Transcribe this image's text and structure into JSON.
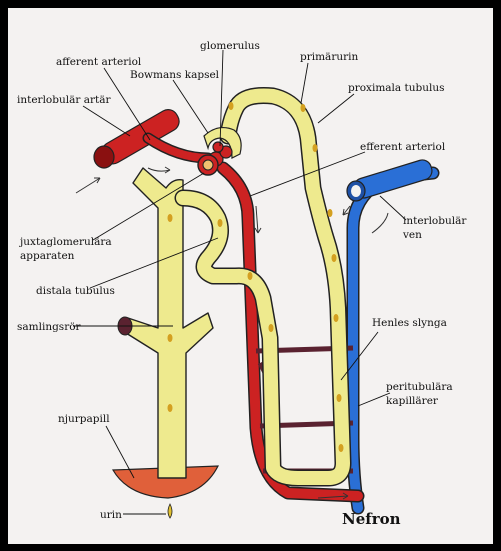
{
  "diagram": {
    "title": "Nefron",
    "labels": {
      "afferent_arteriol": "afferent arteriol",
      "glomerulus": "glomerulus",
      "primarurin": "primärurin",
      "bowmans_kapsel": "Bowmans kapsel",
      "proximala_tubulus": "proximala tubulus",
      "interlobular_artar": "interlobulär artär",
      "efferent_arteriol": "efferent arteriol",
      "interlobular_ven_line1": "interlobulär",
      "interlobular_ven_line2": "ven",
      "juxta_line1": "juxtaglomerulära",
      "juxta_line2": "apparaten",
      "distala_tubulus": "distala tubulus",
      "samlingsror": "samlingsrör",
      "henles_slynga": "Henles slynga",
      "peritubulara_line1": "peritubulära",
      "peritubulara_line2": "kapillärer",
      "njurpapill": "njurpapill",
      "urin": "urin"
    },
    "colors": {
      "background": "#f4f2f1",
      "frame": "#000000",
      "artery": "#cc2222",
      "vein": "#2a6fd6",
      "tubule": "#eeea8e",
      "tubule_outline": "#222222",
      "connector": "#5a2230",
      "papilla": "#e0603a",
      "drop": "#d4a020"
    }
  }
}
